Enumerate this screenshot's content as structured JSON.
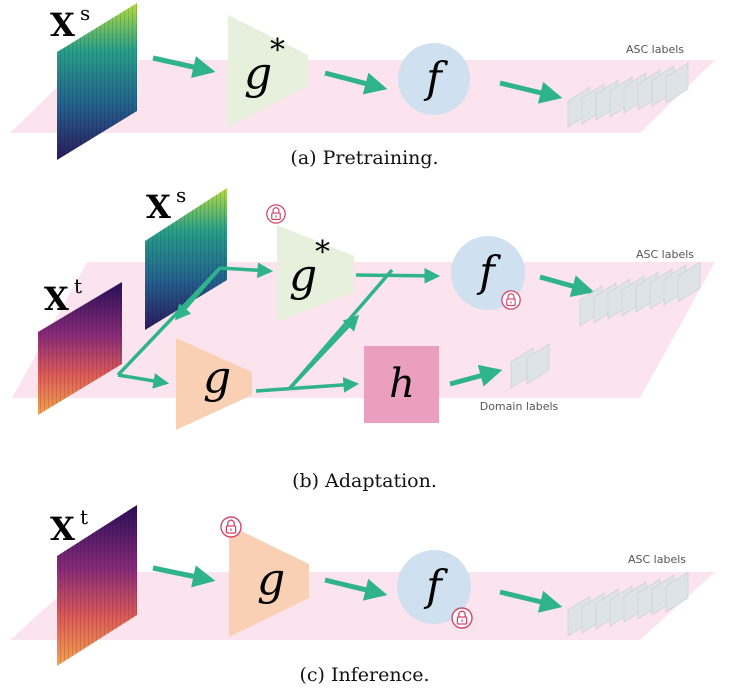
{
  "colors": {
    "plane": "#fbe4ee",
    "arrow": "#2fb38a",
    "encoder_star": "#e6f0dc",
    "encoder_target": "#fad0b4",
    "classifier": "#cfe0f0",
    "discriminator": "#ea9fbe",
    "lock": "#d4456a",
    "label_card": "#dde3e6"
  },
  "icons": {
    "lock": "lock-icon",
    "spectrogram": "spectrogram-image"
  },
  "panel_a": {
    "input_symbol": "X",
    "input_superscript": "s",
    "encoder_symbol": "g",
    "encoder_superscript": "*",
    "classifier_symbol": "f",
    "output_label": "ASC labels",
    "caption": "(a) Pretraining."
  },
  "panel_b": {
    "source_symbol": "X",
    "source_superscript": "s",
    "target_symbol": "X",
    "target_superscript": "t",
    "frozen_encoder_symbol": "g",
    "frozen_encoder_superscript": "*",
    "classifier_symbol": "f",
    "encoder_symbol": "g",
    "discriminator_symbol": "h",
    "asc_output_label": "ASC labels",
    "domain_output_label": "Domain labels",
    "caption": "(b) Adaptation."
  },
  "panel_c": {
    "input_symbol": "X",
    "input_superscript": "t",
    "encoder_symbol": "g",
    "classifier_symbol": "f",
    "output_label": "ASC labels",
    "caption": "(c) Inference."
  }
}
